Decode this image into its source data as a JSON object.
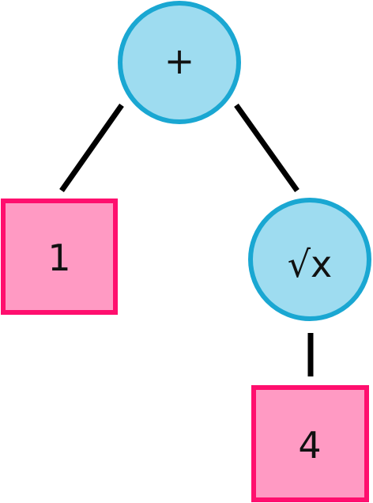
{
  "diagram": {
    "kind": "expression-tree",
    "colors": {
      "operator_fill": "#9edcf0",
      "operator_stroke": "#1aa7d2",
      "operand_fill": "#ff9ac3",
      "operand_stroke": "#ff0f6e",
      "edge": "#000000"
    },
    "nodes": {
      "root_plus": {
        "label": "+",
        "shape": "circle"
      },
      "operand_one": {
        "label": "1",
        "shape": "square"
      },
      "sqrt": {
        "label": "√x",
        "shape": "circle"
      },
      "operand_four": {
        "label": "4",
        "shape": "square"
      }
    },
    "edges": [
      {
        "from": "+",
        "to": "1"
      },
      {
        "from": "+",
        "to": "√x"
      },
      {
        "from": "√x",
        "to": "4"
      }
    ]
  }
}
